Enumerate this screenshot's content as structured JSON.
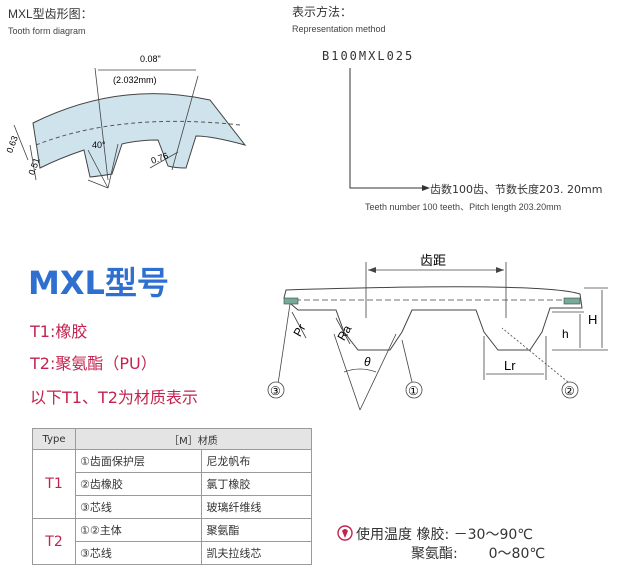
{
  "tooth_form": {
    "title": "MXL型齿形图：",
    "subtitle": "Tooth form diagram",
    "dim_pitch": "0.08\"",
    "dim_pitch_mm": "(2.032mm)",
    "dim_063": "0.63",
    "dim_051": "0.51",
    "dim_angle": "40°",
    "dim_076": "0.76"
  },
  "representation": {
    "title": "表示方法：",
    "subtitle": "Representation method",
    "code": "B100MXL025",
    "note_zh": "齿数100齿、节数长度203. 20mm",
    "note_en": "Teeth number 100 teeth、Pitch length 203.20mm"
  },
  "model": {
    "title": "MXL型号",
    "t1": "T1:橡胶",
    "t2": "T2:聚氨酯（PU）",
    "note": "以下T1、T2为材质表示"
  },
  "profile": {
    "pitch_label": "齿距",
    "pr": "Pr",
    "ra": "Ra",
    "theta": "θ",
    "h": "h",
    "H": "H",
    "lr": "Lr",
    "c1": "①",
    "c2": "②",
    "c3": "③"
  },
  "table": {
    "header_type": "Type",
    "header_material": "［M］材质",
    "groups": [
      {
        "type": "T1",
        "rows": [
          {
            "part": "①齿面保护层",
            "material": "尼龙帆布"
          },
          {
            "part": "②齿橡胶",
            "material": "氯丁橡胶"
          },
          {
            "part": "③芯线",
            "material": "玻璃纤维线"
          }
        ]
      },
      {
        "type": "T2",
        "rows": [
          {
            "part": "①②主体",
            "material": "聚氨酯"
          },
          {
            "part": "③芯线",
            "material": "凯夫拉线芯"
          }
        ]
      }
    ]
  },
  "temperature": {
    "label": "使用温度",
    "rubber_label": "橡胶:",
    "rubber_range": "－30～90℃",
    "pu_label": "聚氨酯:",
    "pu_range": "0～80℃"
  },
  "colors": {
    "belt_fill": "#cfe3ec",
    "accent_blue": "#2e6fd0",
    "accent_red": "#c4234f"
  }
}
